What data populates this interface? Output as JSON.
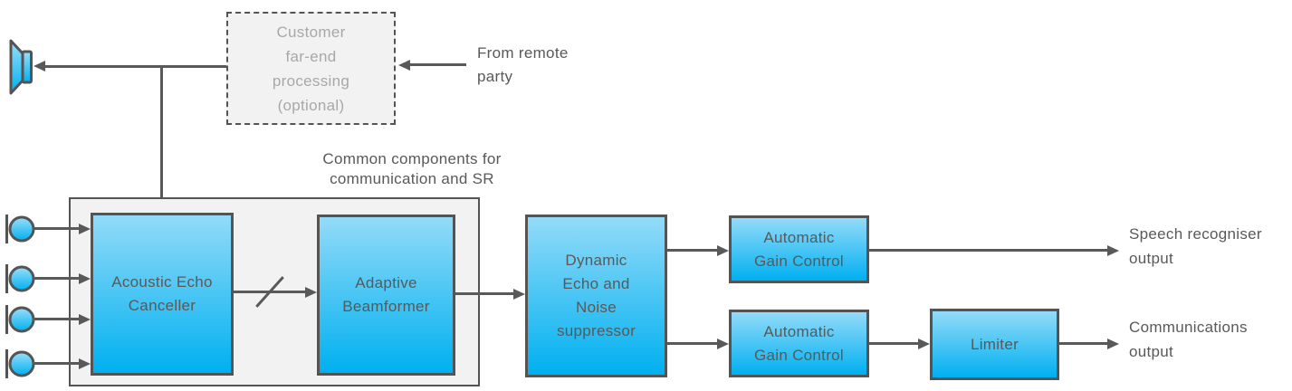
{
  "colors": {
    "line": "#595959",
    "border": "#545454",
    "text": "#595959",
    "muted_text": "#a8a8a8",
    "block_fill_top": "#93dbf8",
    "block_fill_bottom": "#00b0f0",
    "panel_fill": "#f2f2f2"
  },
  "far_end": {
    "lines": [
      "Customer",
      "far-end",
      "processing",
      "(optional)"
    ]
  },
  "labels": {
    "from_remote": {
      "lines": [
        "From remote",
        "party"
      ]
    },
    "common_components": {
      "lines": [
        "Common components for",
        "communication and SR"
      ]
    },
    "speech_output": {
      "lines": [
        "Speech recogniser",
        "output"
      ]
    },
    "comms_output": {
      "lines": [
        "Communications",
        "output"
      ]
    }
  },
  "blocks": {
    "aec": {
      "lines": [
        "Acoustic Echo",
        "Canceller"
      ]
    },
    "beamformer": {
      "lines": [
        "Adaptive",
        "Beamformer"
      ]
    },
    "suppressor": {
      "lines": [
        "Dynamic",
        "Echo and",
        "Noise",
        "suppressor"
      ]
    },
    "agc_top": {
      "lines": [
        "Automatic",
        "Gain Control"
      ]
    },
    "agc_bottom": {
      "lines": [
        "Automatic",
        "Gain Control"
      ]
    },
    "limiter": {
      "lines": [
        "Limiter"
      ]
    }
  },
  "icons": {
    "speaker": "speaker-icon",
    "microphone": "microphone-icon",
    "microphone_count": 4
  }
}
